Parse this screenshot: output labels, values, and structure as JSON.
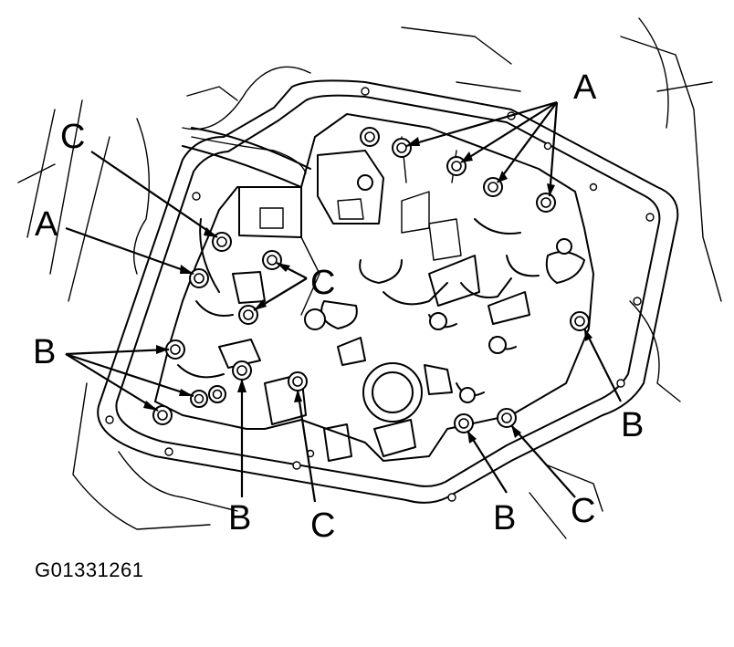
{
  "figure": {
    "id_text": "G01331261"
  },
  "callouts": {
    "A": "A",
    "B": "B",
    "C": "C"
  },
  "legend_keys": [
    "A",
    "B",
    "C"
  ]
}
